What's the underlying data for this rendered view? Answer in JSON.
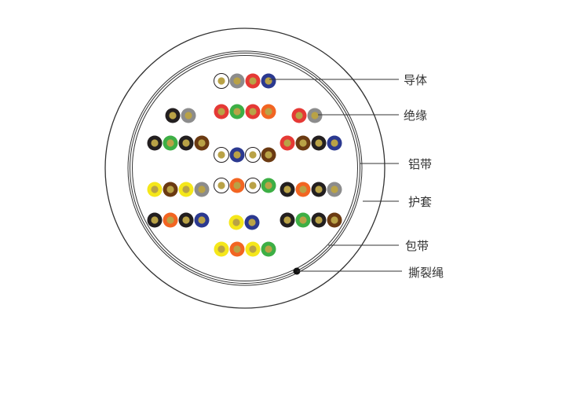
{
  "labels": {
    "conductor": "导体",
    "insulation": "绝缘",
    "aluminum_tape": "铝带",
    "sheath": "护套",
    "wrapping_tape": "包带",
    "ripcord": "撕裂绳"
  },
  "colors": {
    "line": "#333333",
    "conductor": "#b9a246",
    "white": "#ffffff",
    "gray": "#8c8c8c",
    "red": "#e53935",
    "blue": "#2b3990",
    "black": "#231f20",
    "green": "#3daf45",
    "brown": "#6b3a12",
    "orange": "#f26522",
    "yellow": "#f5e71a"
  },
  "groups": [
    [
      "white",
      "gray",
      "red",
      "blue"
    ],
    [
      "red",
      "green",
      "red",
      "orange"
    ],
    [
      "black",
      "gray"
    ],
    [
      "red",
      "gray"
    ],
    [
      "black",
      "green",
      "black",
      "brown"
    ],
    [
      "white",
      "blue",
      "white",
      "brown"
    ],
    [
      "red",
      "brown",
      "black",
      "blue"
    ],
    [
      "yellow",
      "brown",
      "yellow",
      "gray"
    ],
    [
      "white",
      "orange",
      "white",
      "green"
    ],
    [
      "black",
      "orange",
      "black",
      "gray"
    ],
    [
      "black",
      "orange",
      "black",
      "blue"
    ],
    [
      "yellow",
      "blue"
    ],
    [
      "black",
      "green",
      "black",
      "brown"
    ],
    [
      "yellow",
      "orange",
      "yellow",
      "green"
    ]
  ]
}
